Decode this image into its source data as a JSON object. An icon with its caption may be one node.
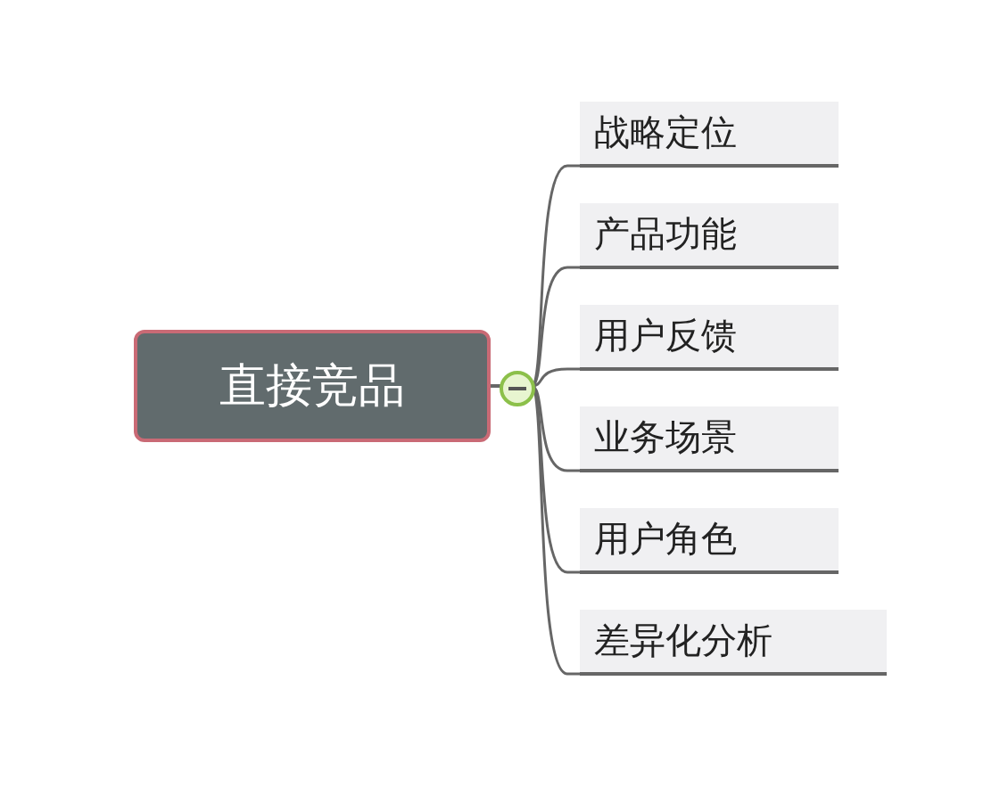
{
  "diagram": {
    "nodes": [
      {
        "text": [
          "直接竞品"
        ]
      },
      {
        "text": [
          "战略定位"
        ]
      },
      {
        "text": [
          "产品功能"
        ]
      },
      {
        "text": [
          "用户反馈"
        ]
      },
      {
        "text": [
          "业务场景"
        ]
      },
      {
        "text": [
          "用户角色"
        ]
      },
      {
        "text": [
          "差异化分析"
        ]
      }
    ],
    "edges": [
      {
        "from": 0,
        "to": 1,
        "arrow": "none"
      },
      {
        "from": 0,
        "to": 2,
        "arrow": "none"
      },
      {
        "from": 0,
        "to": 3,
        "arrow": "none"
      },
      {
        "from": 0,
        "to": 4,
        "arrow": "none"
      },
      {
        "from": 0,
        "to": 5,
        "arrow": "none"
      },
      {
        "from": 0,
        "to": 6,
        "arrow": "none"
      }
    ]
  }
}
